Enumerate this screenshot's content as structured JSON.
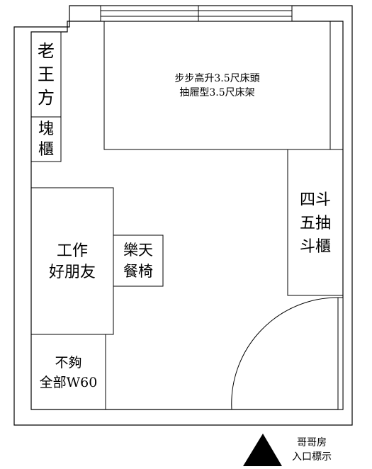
{
  "colors": {
    "line": "#000000",
    "background": "#ffffff"
  },
  "furniture": {
    "bed": "步步高升3.5尺床頭\n抽屜型3.5尺床架",
    "cabinet_a": "老\n王\n方",
    "cabinet_b": "塊\n櫃",
    "drawer_chest": "四斗\n五抽\n斗櫃",
    "desk": "工作\n好朋友",
    "chair": "樂天\n餐椅",
    "shelf": "不夠\n全部W60"
  },
  "entrance": {
    "icon": "triangle-up-icon",
    "label": "哥哥房\n入口標示"
  }
}
